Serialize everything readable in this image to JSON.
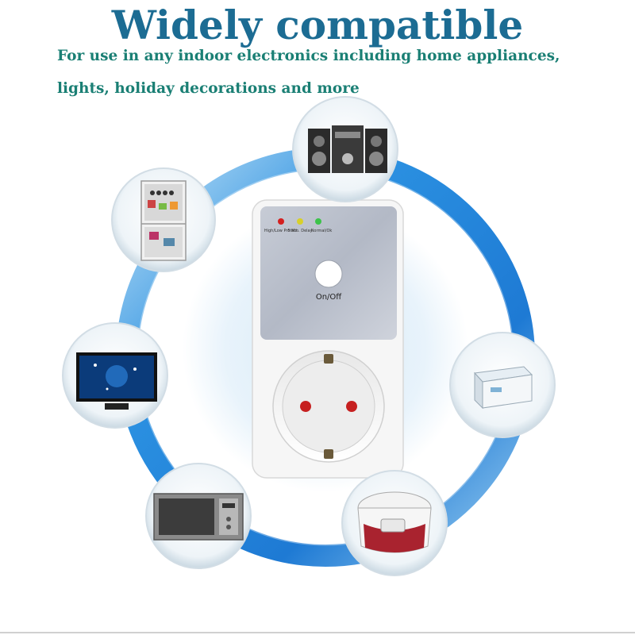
{
  "heading": {
    "title": "Widely compatible",
    "subtitle_line1": "For use in any indoor electronics including home appliances,",
    "subtitle_line2": "lights, holiday decorations and more"
  },
  "device": {
    "led_labels": [
      "High/Low Protect",
      "5 Min. Delay",
      "Normal/Ok"
    ],
    "button_label": "On/Off"
  },
  "appliances": [
    "speaker-system",
    "refrigerator",
    "television",
    "chest-freezer",
    "microwave-oven",
    "rice-cooker"
  ],
  "colors": {
    "title": "#1c6c93",
    "subtitle": "#1a7f74",
    "ring": "#2a8fe0",
    "led_red": "#d42020",
    "led_yellow": "#d8d02a",
    "led_green": "#3cc34a"
  }
}
